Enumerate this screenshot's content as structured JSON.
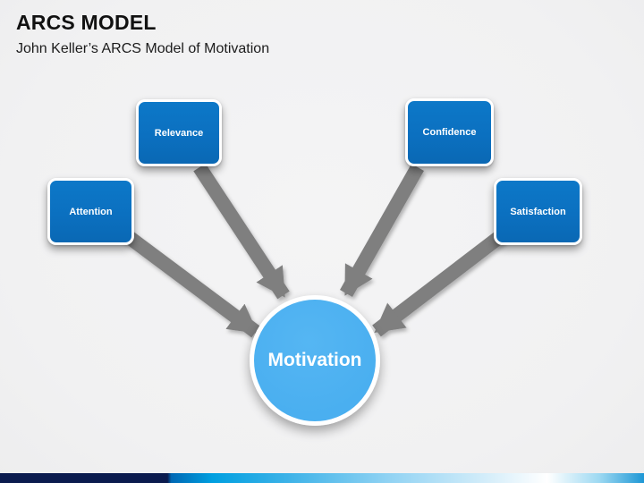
{
  "slide": {
    "title": "ARCS MODEL",
    "subtitle": "John Keller’s ARCS Model of Motivation"
  },
  "diagram": {
    "center": {
      "label": "Motivation"
    },
    "factors": [
      {
        "label": "Attention"
      },
      {
        "label": "Relevance"
      },
      {
        "label": "Confidence"
      },
      {
        "label": "Satisfaction"
      }
    ]
  },
  "colors": {
    "slide-bg": "#f1f1f2",
    "title-text": "#111111",
    "label-text": "#ffffff",
    "box-fill": "#0b70c0",
    "circle-fill": "#4aaff0",
    "arrow-gray": "#7f7f7f",
    "footer-navy": "#0b1b4e",
    "footer-blue": "#009fe0"
  }
}
